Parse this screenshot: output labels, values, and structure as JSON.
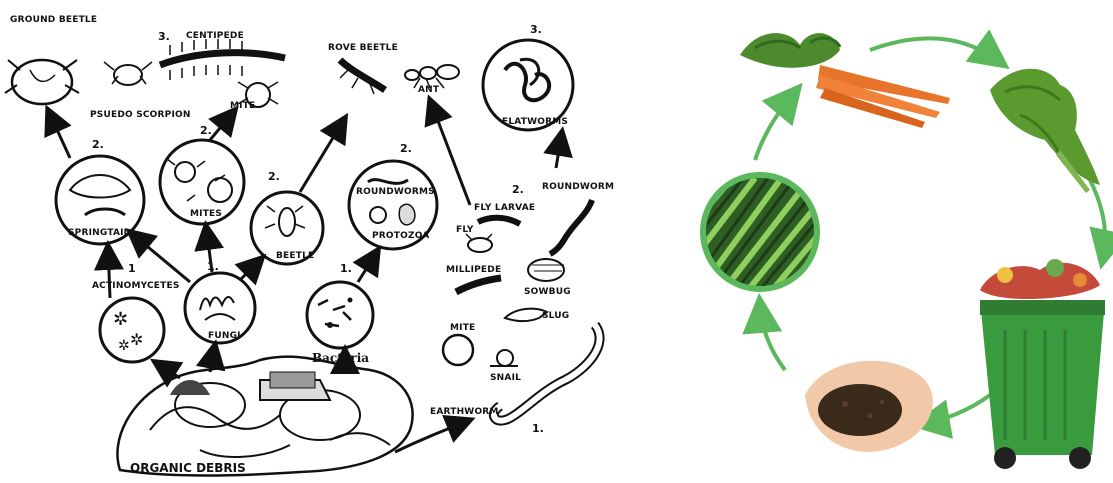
{
  "food_web": {
    "labels": {
      "ground_beetle": "GROUND BEETLE",
      "centipede": "CENTIPEDE",
      "pseudoscorpion": "PSUEDO SCORPION",
      "mite_top": "MITE",
      "rove_beetle": "ROVE BEETLE",
      "ant": "ANT",
      "flatworms": "FLATWORMS",
      "springtail": "SPRINGTAIL",
      "mites": "MITES",
      "beetle": "BEETLE",
      "roundworms": "ROUNDWORMS",
      "protozoa": "PROTOZOA",
      "fly_larvae": "FLY LARVAE",
      "fly": "FLY",
      "millipede": "MILLIPEDE",
      "roundworm": "ROUNDWORM",
      "sowbug": "SOWBUG",
      "slug": "SLUG",
      "mite_bottom": "MITE",
      "snail": "SNAIL",
      "actinomycetes": "ACTINOMYCETES",
      "fungi": "FUNGI",
      "bacteria": "Bacteria",
      "earthworm": "EARTHWORM",
      "organic_debris": "ORGANIC DEBRIS"
    },
    "levels": {
      "l3_centipede": "3.",
      "l3_flatworms": "3.",
      "l2_springtail": "2.",
      "l2_mites": "2.",
      "l2_beetle": "2.",
      "l2_roundworms": "2.",
      "l2_flylarvae": "2.",
      "l1_actino": "1",
      "l1_fungi": "1.",
      "l1_bacteria": "1.",
      "l1_earthworm": "1."
    }
  },
  "compost_cycle": {
    "stages": [
      "carrots",
      "carrot-greens",
      "compost-bin",
      "compost-in-hands",
      "crop-field"
    ],
    "arrow_color": "#5cb85c"
  }
}
